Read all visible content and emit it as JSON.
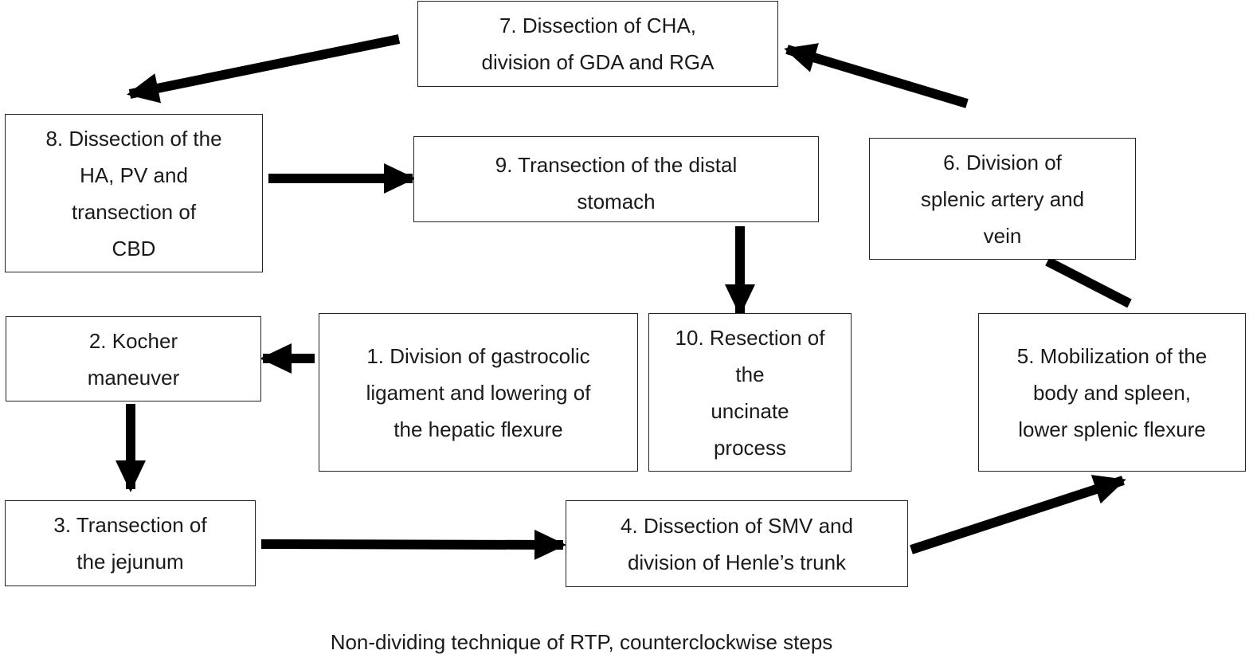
{
  "steps": {
    "s1": "1. Division of gastrocolic\nligament and lowering of\nthe hepatic flexure",
    "s2": "2. Kocher\nmaneuver",
    "s3": "3. Transection of\nthe jejunum",
    "s4": "4. Dissection of SMV and\ndivision of Henle’s trunk",
    "s5": "5. Mobilization of the\nbody and spleen,\nlower splenic flexure",
    "s6": "6. Division of\nsplenic artery and\nvein",
    "s7": "7. Dissection of CHA,\ndivision of GDA and RGA",
    "s8": "8. Dissection of the\nHA, PV and\ntransection of\nCBD",
    "s9": "9. Transection of the distal\nstomach",
    "s10": "10. Resection of\nthe\nuncinate\nprocess"
  },
  "caption": "Non-dividing technique of RTP, counterclockwise steps",
  "colors": {
    "arrow": "#000000",
    "border": "#222222",
    "text": "#1a1a1a"
  }
}
